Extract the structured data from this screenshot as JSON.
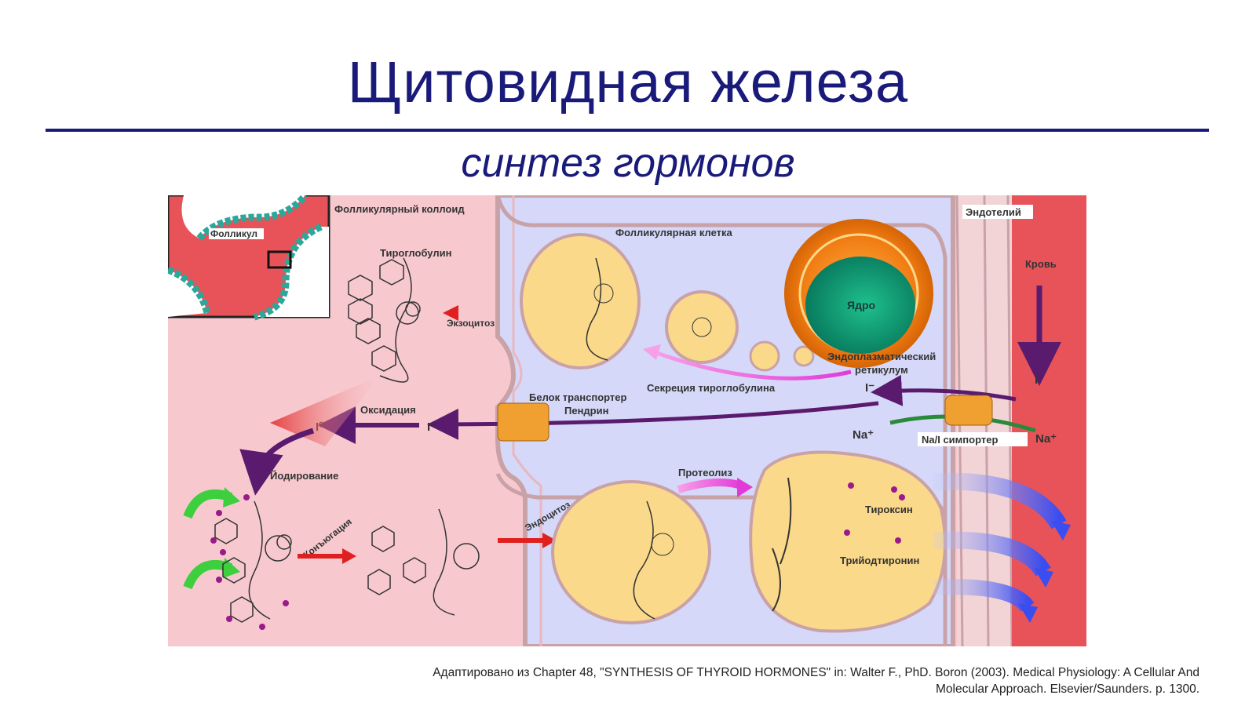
{
  "slide": {
    "title": "Щитовидная железа",
    "subtitle": "синтез гормонов",
    "citation_line1": "Адаптировано из Chapter 48, \"SYNTHESIS OF THYROID HORMONES\" in: Walter F., PhD. Boron (2003). Medical Physiology: A Cellular And",
    "citation_line2": "Molecular Approach. Elsevier/Saunders. p. 1300."
  },
  "labels": {
    "follicle": "Фолликул",
    "follicular_colloid": "Фолликулярный коллоид",
    "follicular_cell": "Фолликулярная клетка",
    "endothelium": "Эндотелий",
    "blood": "Кровь",
    "thyroglobulin": "Тироглобулин",
    "exocytosis": "Экзоцитоз",
    "nucleus": "Ядро",
    "er_line1": "Эндоплазматический",
    "er_line2": "ретикулум",
    "tg_secretion": "Секреция тироглобулина",
    "transporter_line1": "Белок транспортер",
    "transporter_line2": "Пендрин",
    "oxidation": "Оксидация",
    "iodide": "I⁻",
    "iodine": "I⁰",
    "sodium": "Na⁺",
    "symporter": "Na/I симпортер",
    "iodination": "Йодирование",
    "conjugation": "Конъюгация",
    "endocytosis": "Эндоцитоз",
    "proteolysis": "Протеолиз",
    "thyroxine": "Тироксин",
    "triiodothyronine": "Трийодтиронин"
  },
  "colors": {
    "title": "#1a1a7a",
    "colloid": "#f7c9cf",
    "cell": "#d5d8f8",
    "blood": "#e8535a",
    "vesicle": "#fbd98a",
    "nucleus": "#0c9a74",
    "iodide_arrow": "#5a1a6e",
    "hormone_arrow": "#3a4df0"
  }
}
